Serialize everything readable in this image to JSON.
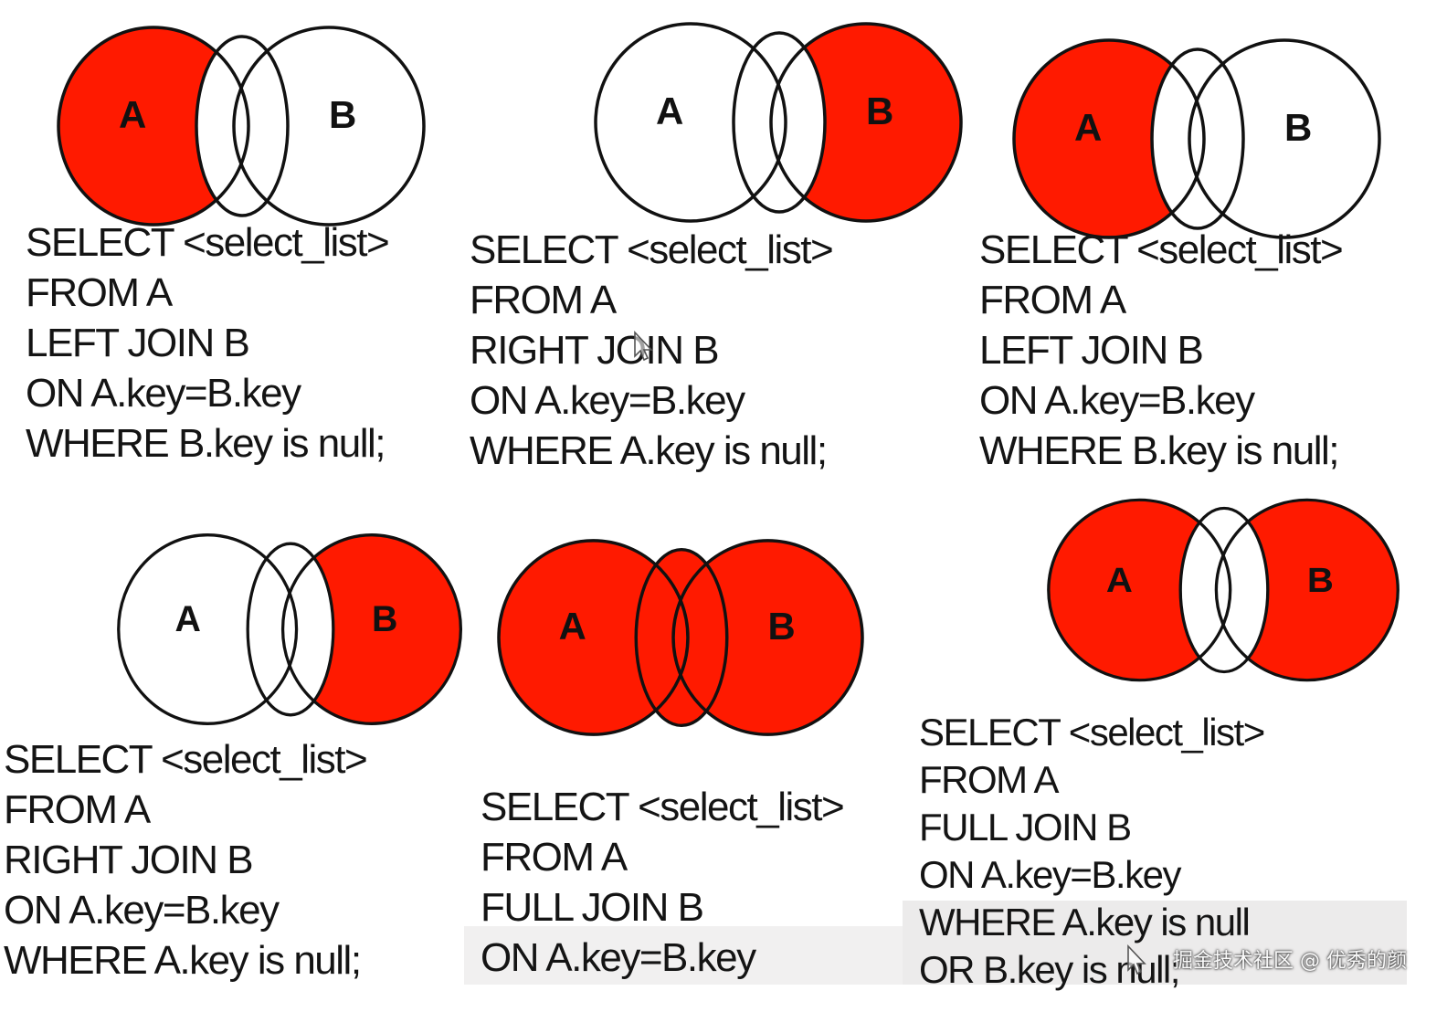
{
  "colors": {
    "fill": "#ff1a00",
    "stroke": "#111111",
    "blank": "#ffffff"
  },
  "panels": [
    {
      "label_a": "A",
      "label_b": "B",
      "filled_regions": [
        "a_only"
      ],
      "sql": [
        "SELECT <select_list>",
        "FROM A",
        "LEFT JOIN B",
        "ON  A.key=B.key",
        "WHERE B.key is null;"
      ]
    },
    {
      "label_a": "A",
      "label_b": "B",
      "filled_regions": [
        "b_only"
      ],
      "sql": [
        "SELECT <select_list>",
        "FROM A",
        "RIGHT JOIN B",
        "ON  A.key=B.key",
        "WHERE A.key is null;"
      ]
    },
    {
      "label_a": "A",
      "label_b": "B",
      "filled_regions": [
        "a_only"
      ],
      "sql": [
        "SELECT <select_list>",
        "FROM A",
        "LEFT JOIN B",
        "ON  A.key=B.key",
        "WHERE B.key is null;"
      ]
    },
    {
      "label_a": "A",
      "label_b": "B",
      "filled_regions": [
        "b_only"
      ],
      "sql": [
        "SELECT <select_list>",
        "FROM A",
        "RIGHT JOIN B",
        "ON  A.key=B.key",
        "WHERE A.key is null;"
      ]
    },
    {
      "label_a": "A",
      "label_b": "B",
      "filled_regions": [
        "a_only",
        "intersection",
        "b_only"
      ],
      "sql": [
        "SELECT <select_list>",
        "FROM A",
        "FULL JOIN B",
        "ON  A.key=B.key"
      ]
    },
    {
      "label_a": "A",
      "label_b": "B",
      "filled_regions": [
        "a_only",
        "b_only"
      ],
      "sql": [
        "SELECT <select_list>",
        "FROM A",
        "FULL JOIN B",
        "ON  A.key=B.key",
        "WHERE A.key is null",
        "OR B.key is null;"
      ]
    }
  ],
  "watermark": {
    "text": "掘金技术社区 @ 优秀的颜"
  }
}
